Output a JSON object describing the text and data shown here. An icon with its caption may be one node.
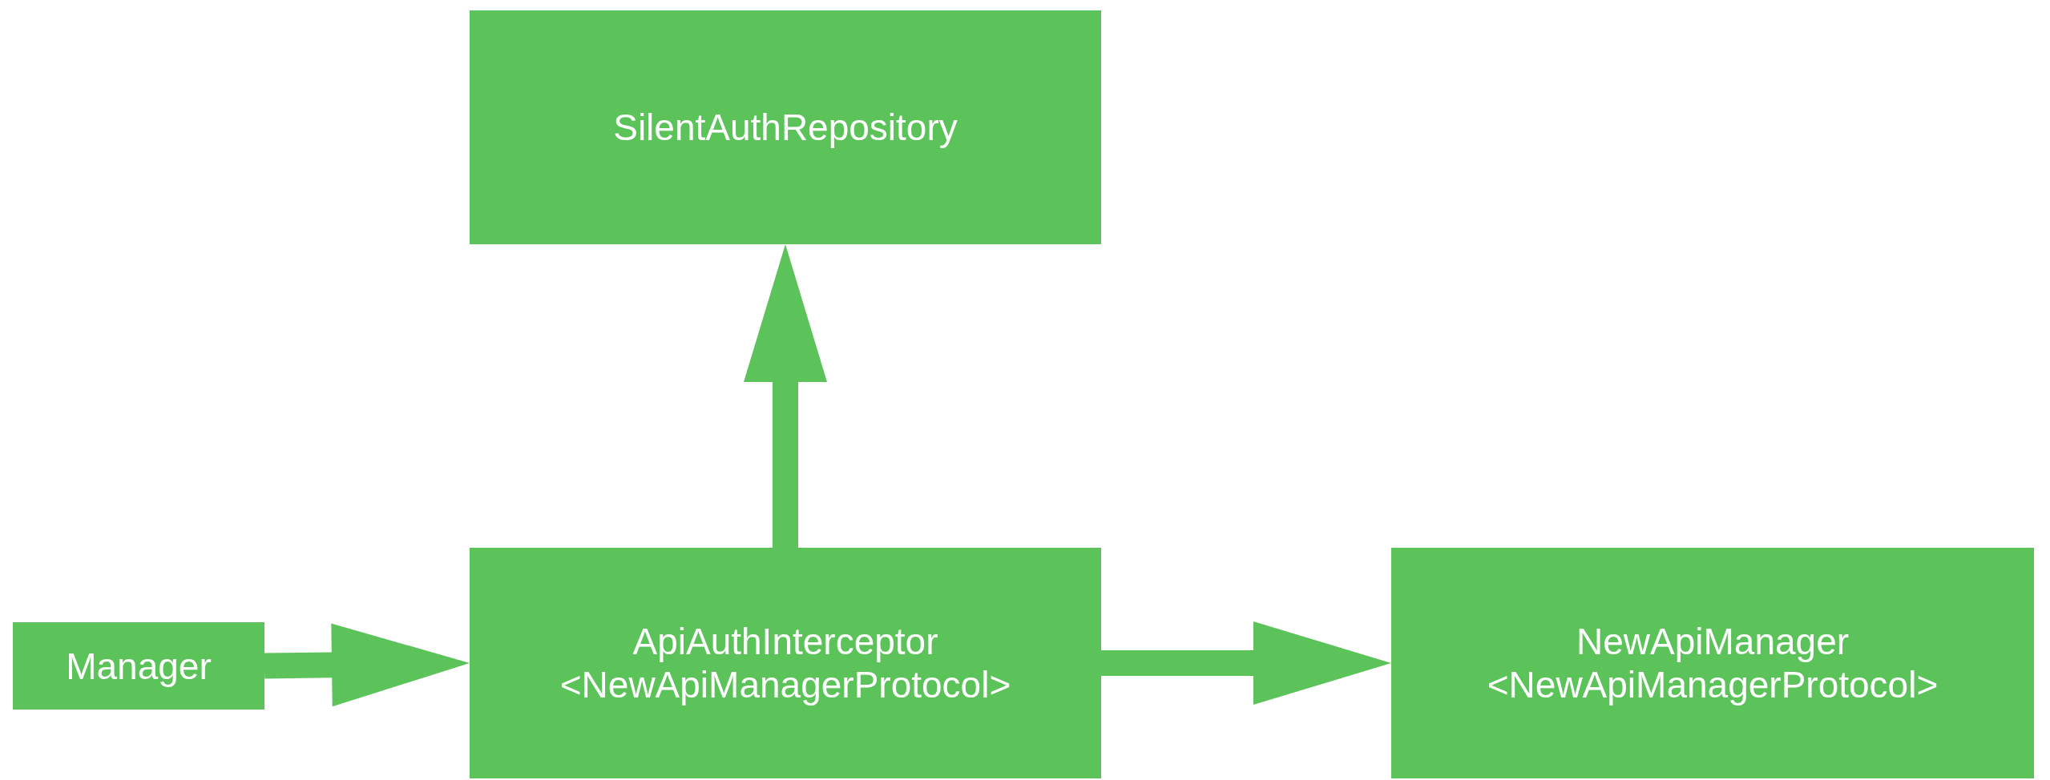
{
  "diagram": {
    "nodes": [
      {
        "text": [
          "SilentAuthRepository"
        ]
      },
      {
        "text": [
          "Manager"
        ]
      },
      {
        "text": [
          "ApiAuthInterceptor <NewApiManagerProtocol>"
        ]
      },
      {
        "text": [
          "NewApiManager <NewApiManagerProtocol>"
        ]
      }
    ],
    "edges": [
      {
        "from": 1,
        "to": 2,
        "arrow": "to"
      },
      {
        "from": 2,
        "to": 0,
        "arrow": "to"
      },
      {
        "from": 2,
        "to": 3,
        "arrow": "to"
      }
    ]
  }
}
